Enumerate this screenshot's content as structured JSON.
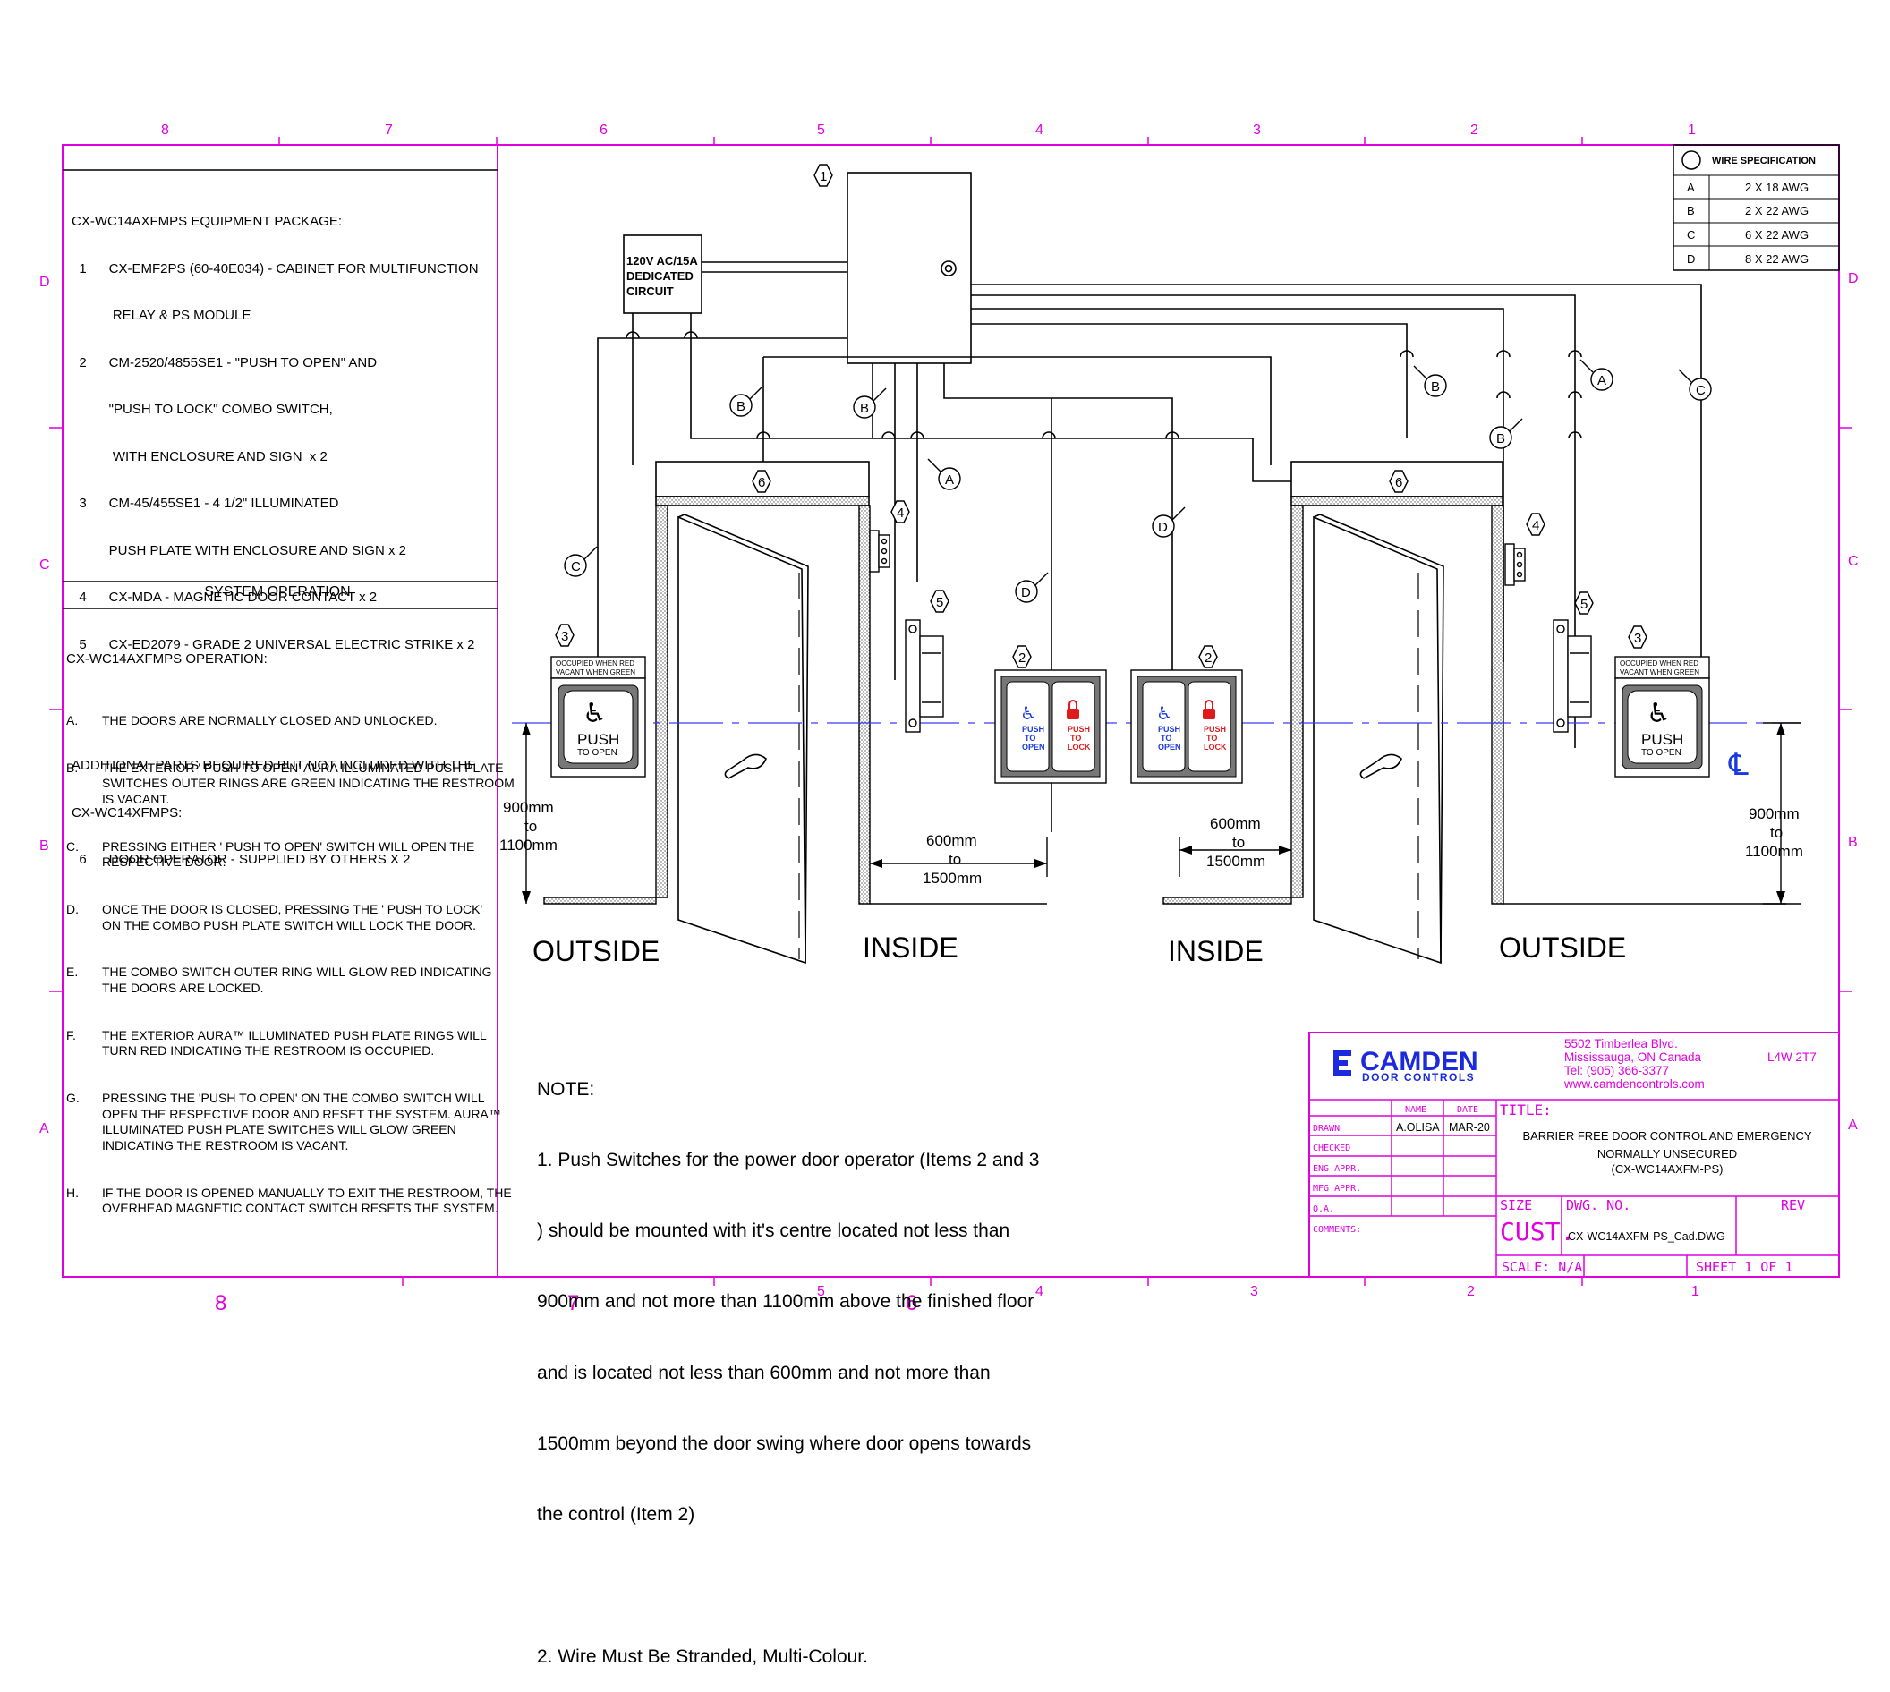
{
  "border_grid": {
    "top_numbers": [
      "8",
      "7",
      "6",
      "5",
      "4",
      "3",
      "2",
      "1"
    ],
    "bottom_numbers": [
      "8",
      "7",
      "6",
      "5",
      "4",
      "3",
      "2",
      "1"
    ],
    "left_letters": [
      "D",
      "C",
      "B",
      "A"
    ],
    "right_letters": [
      "D",
      "C",
      "B",
      "A"
    ]
  },
  "equipment": {
    "heading": "CX-WC14AXFMPS EQUIPMENT PACKAGE:",
    "lines": [
      "  1      CX-EMF2PS (60-40E034) - CABINET FOR MULTIFUNCTION",
      "           RELAY & PS MODULE",
      "  2      CM-2520/4855SE1 - \"PUSH TO OPEN\" AND",
      "          \"PUSH TO LOCK\" COMBO SWITCH,",
      "           WITH ENCLOSURE AND SIGN  x 2",
      "  3      CM-45/455SE1 - 4 1/2\" ILLUMINATED",
      "          PUSH PLATE WITH ENCLOSURE AND SIGN x 2",
      "  4      CX-MDA - MAGNETIC DOOR CONTACT x 2",
      "  5      CX-ED2079 - GRADE 2 UNIVERSAL ELECTRIC STRIKE x 2"
    ],
    "additional_lines": [
      "ADDITIONAL PARTS REQUIRED BUT NOT INCLUDED WITH THE",
      "CX-WC14XFMPS:",
      "  6      DOOR OPERATOR - SUPPLIED BY OTHERS X 2"
    ]
  },
  "system_operation": {
    "title": "SYSTEM OPERATION",
    "heading": "CX-WC14AXFMPS OPERATION:",
    "items": [
      {
        "key": "A.",
        "text": "THE DOORS ARE NORMALLY CLOSED AND UNLOCKED."
      },
      {
        "key": "B.",
        "text": "THE EXTERIOR ' PUSH TO OPEN' AURA ILLUMINATED PUSH PLATE\nSWITCHES OUTER RINGS ARE GREEN INDICATING THE RESTROOM\nIS VACANT."
      },
      {
        "key": "C.",
        "text": "PRESSING EITHER ' PUSH TO OPEN' SWITCH WILL OPEN THE\nRESPECTIVE DOOR."
      },
      {
        "key": "D.",
        "text": "ONCE THE DOOR IS CLOSED, PRESSING THE ' PUSH TO LOCK'\nON THE COMBO PUSH PLATE SWITCH WILL LOCK THE DOOR."
      },
      {
        "key": "E.",
        "text": "THE COMBO SWITCH OUTER RING WILL GLOW RED INDICATING\nTHE DOORS ARE LOCKED."
      },
      {
        "key": "F.",
        "text": "THE EXTERIOR AURA™ ILLUMINATED PUSH PLATE RINGS WILL\nTURN RED INDICATING THE RESTROOM IS OCCUPIED."
      },
      {
        "key": "G.",
        "text": "PRESSING THE 'PUSH TO OPEN' ON THE COMBO SWITCH WILL\nOPEN THE RESPECTIVE DOOR AND RESET THE SYSTEM. AURA™\nILLUMINATED PUSH PLATE SWITCHES WILL GLOW GREEN\nINDICATING THE RESTROOM IS VACANT."
      },
      {
        "key": "H.",
        "text": "IF THE DOOR IS OPENED MANUALLY TO EXIT THE RESTROOM, THE\nOVERHEAD MAGNETIC CONTACT SWITCH RESETS THE SYSTEM."
      }
    ]
  },
  "wire_spec": {
    "title": "WIRE SPECIFICATION",
    "rows": [
      {
        "code": "A",
        "spec": "2 X 18 AWG"
      },
      {
        "code": "B",
        "spec": "2 X 22 AWG"
      },
      {
        "code": "C",
        "spec": "6 X 22 AWG"
      },
      {
        "code": "D",
        "spec": "8 X 22 AWG"
      }
    ]
  },
  "diagram": {
    "power_box": [
      "120V AC/15A",
      "DEDICATED",
      "CIRCUIT"
    ],
    "item_labels": {
      "n1": "1",
      "n2": "2",
      "n3": "3",
      "n4": "4",
      "n5": "5",
      "n6": "6"
    },
    "wire_labels": {
      "A": "A",
      "B": "B",
      "C": "C",
      "D": "D"
    },
    "sign_text": [
      "OCCUPIED WHEN RED",
      "VACANT WHEN GREEN"
    ],
    "push_text": "PUSH",
    "to_open_text": "TO OPEN",
    "combo_left": [
      "PUSH",
      "TO",
      "OPEN"
    ],
    "combo_right": [
      "PUSH",
      "TO",
      "LOCK"
    ],
    "dim_height": [
      "900mm",
      "to",
      "1100mm"
    ],
    "dim_offset": [
      "600mm",
      "to",
      "1500mm"
    ],
    "centerline_symbol": "℄",
    "areas": {
      "outside_left": "OUTSIDE",
      "inside_left": "INSIDE",
      "inside_right": "INSIDE",
      "outside_right": "OUTSIDE"
    }
  },
  "note": {
    "title": "NOTE:",
    "lines": [
      "1. Push Switches for the power door operator (Items 2 and 3",
      ") should be mounted with it's centre located not less than",
      "900mm and not more than 1100mm above the finished floor",
      "and is located not less than 600mm and not more than",
      "1500mm beyond the door swing where door opens towards",
      "the control (Item 2)",
      "",
      "2. Wire Must Be Stranded, Multi-Colour."
    ]
  },
  "title_block": {
    "logo_main": "CAMDEN",
    "logo_sub": "DOOR CONTROLS",
    "address": [
      "5502 Timberlea Blvd.",
      "Mississauga, ON  Canada",
      "Tel: (905) 366-3377",
      "www.camdencontrols.com"
    ],
    "postal": "L4W 2T7",
    "col_name": "NAME",
    "col_date": "DATE",
    "rows": [
      "DRAWN",
      "CHECKED",
      "ENG APPR.",
      "MFG APPR.",
      "Q.A.",
      "COMMENTS:"
    ],
    "drawn_name": "A.OLISA",
    "drawn_date": "MAR-20",
    "title_label": "TITLE:",
    "title_lines": [
      "BARRIER FREE DOOR CONTROL AND EMERGENCY",
      "NORMALLY UNSECURED",
      "(CX-WC14AXFM-PS)"
    ],
    "size_label": "SIZE",
    "size_value": "CUST.",
    "dwg_label": "DWG. NO.",
    "dwg_value": "CX-WC14AXFM-PS_Cad.DWG",
    "rev_label": "REV",
    "scale": "SCALE: N/A",
    "sheet": "SHEET 1 OF 1"
  },
  "colors": {
    "frame": "#e000e0",
    "centerline": "#3a3aff",
    "push_blue": "#1a3ae0",
    "lock_red": "#e01a1a",
    "logo_blue": "#1a2adc"
  }
}
